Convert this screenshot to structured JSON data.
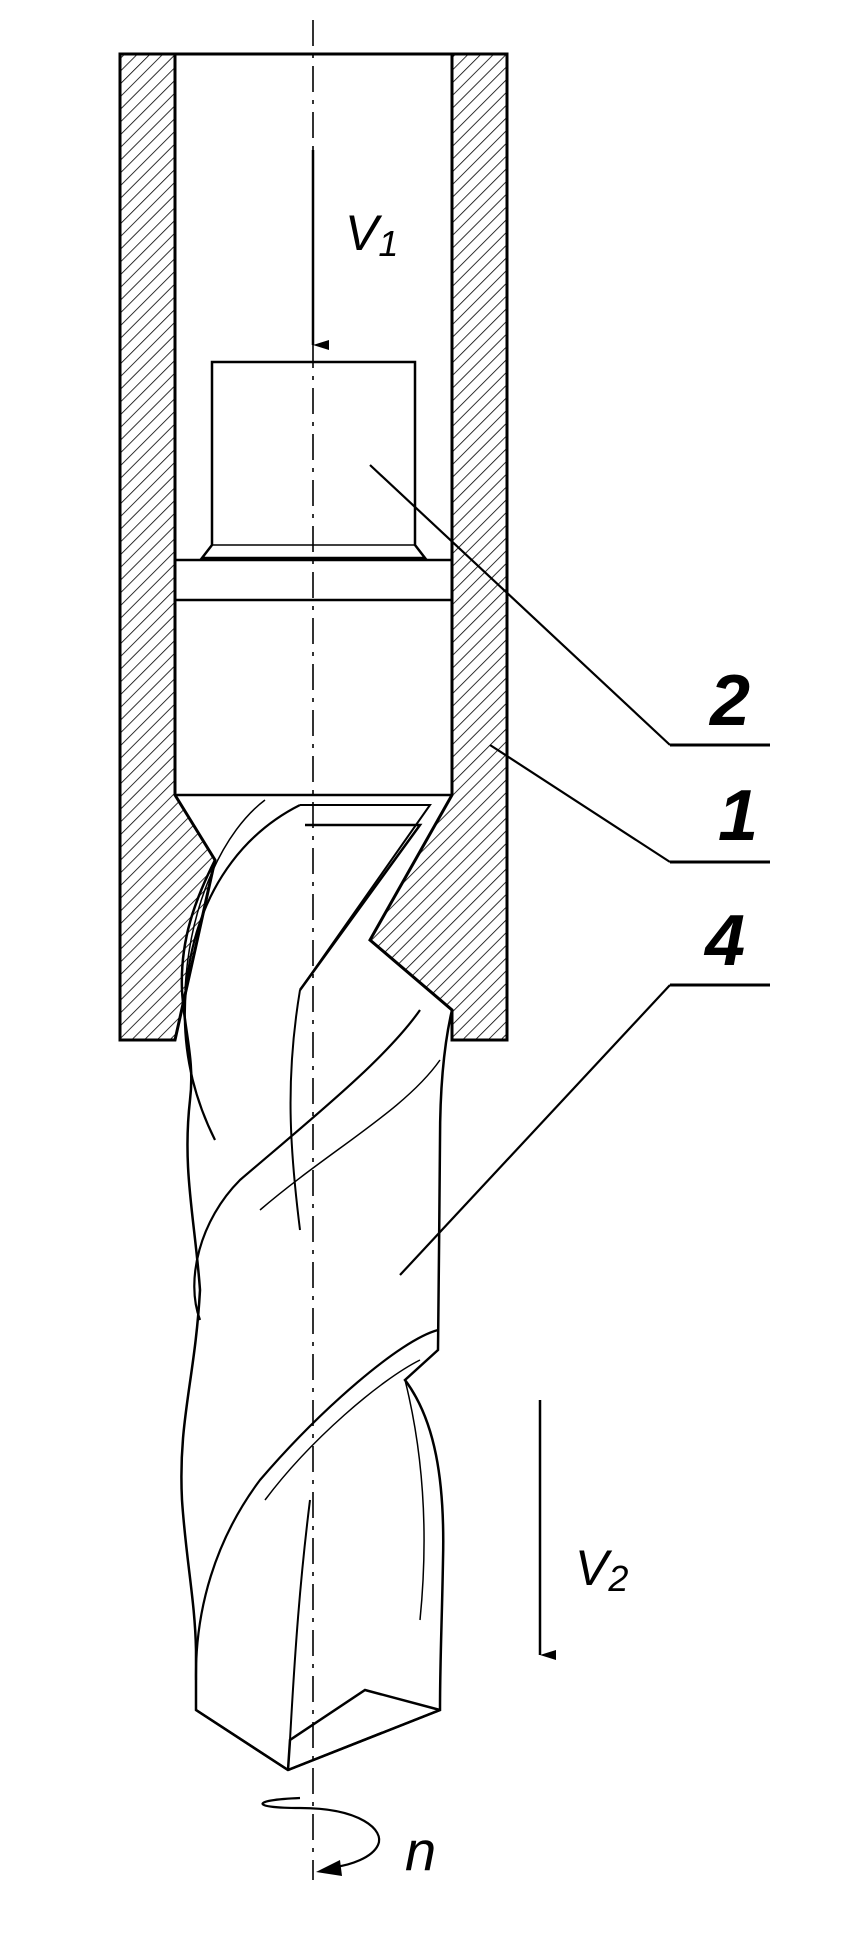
{
  "labels": {
    "part_2": "2",
    "part_1": "1",
    "part_4": "4"
  },
  "velocities": {
    "v1_main": "V",
    "v1_sub": "1",
    "v2_main": "V",
    "v2_sub": "2"
  },
  "rotation": {
    "label": "n"
  }
}
